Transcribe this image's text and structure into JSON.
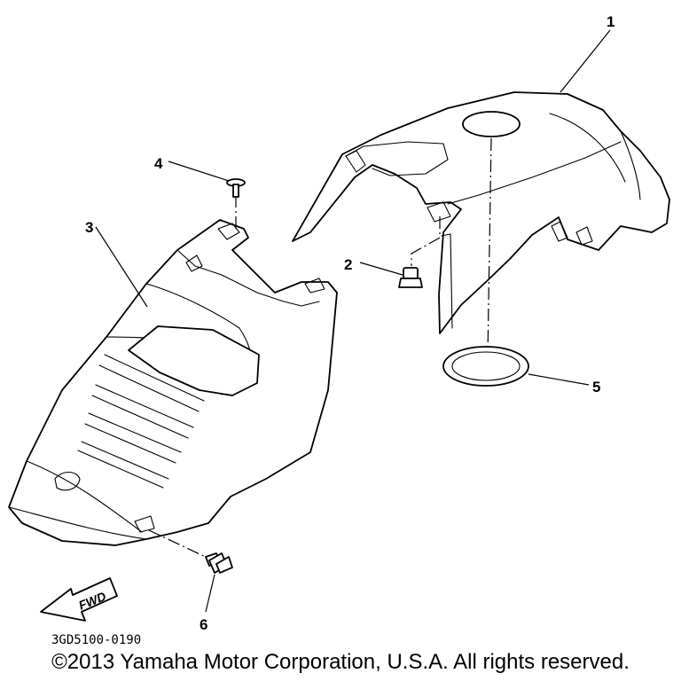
{
  "callouts": [
    "1",
    "2",
    "3",
    "4",
    "5",
    "6"
  ],
  "part_code": "3GD5100-0190",
  "fwd_label": "FWD",
  "copyright": "©2013 Yamaha Motor Corporation, U.S.A. All rights reserved."
}
